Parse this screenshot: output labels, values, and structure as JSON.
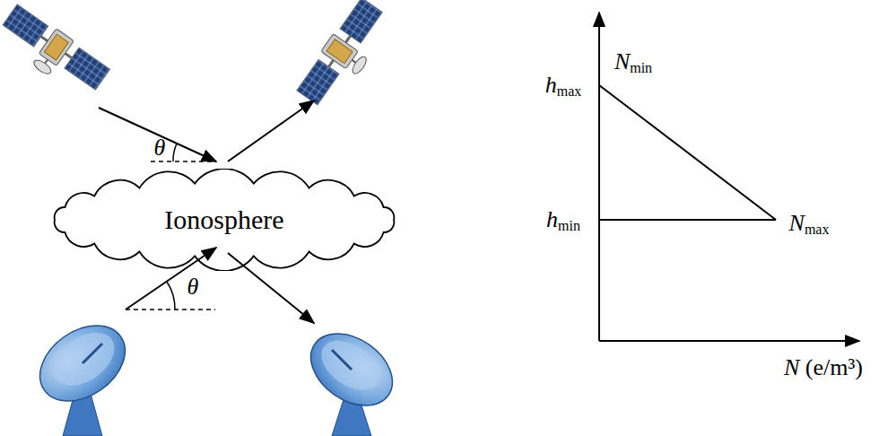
{
  "diagram": {
    "nodes": [
      {
        "text": [
          "Ionosphere"
        ]
      }
    ],
    "labels": [
      "θ",
      "θ",
      "hmax",
      "hmin",
      "Nmin",
      "Nmax",
      "N (e/m³)"
    ]
  }
}
